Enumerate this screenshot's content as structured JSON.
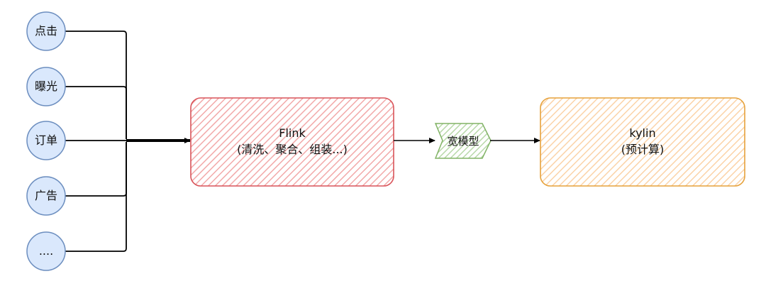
{
  "sources": [
    {
      "id": "click",
      "label": "点击"
    },
    {
      "id": "exposure",
      "label": "曝光"
    },
    {
      "id": "order",
      "label": "订单"
    },
    {
      "id": "ads",
      "label": "广告"
    },
    {
      "id": "more",
      "label": "...."
    }
  ],
  "flink": {
    "title": "Flink",
    "subtitle": "(清洗、聚合、组装...)"
  },
  "wide_model": {
    "label": "宽模型"
  },
  "kylin": {
    "title": "kylin",
    "subtitle": "(预计算)"
  },
  "colors": {
    "source_fill": "#dae8fc",
    "source_stroke": "#6c8ebf",
    "flink_fill": "#f8cecc",
    "flink_stroke": "#d9545a",
    "wide_fill": "#d5e8d4",
    "wide_stroke": "#82b366",
    "kylin_fill": "#ffe6cc",
    "kylin_stroke": "#e6a23c",
    "edge": "#000000"
  }
}
